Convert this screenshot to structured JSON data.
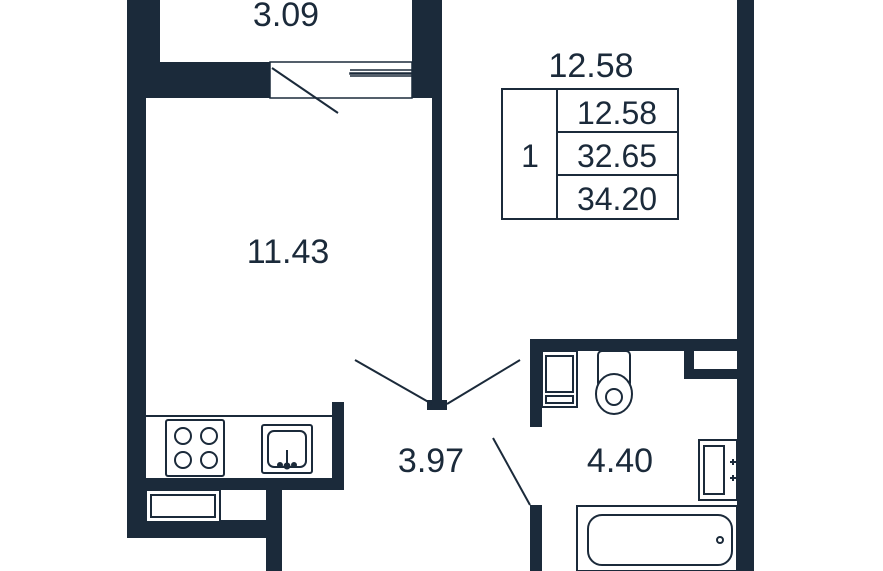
{
  "colors": {
    "wall": "#1b2a3a",
    "line": "#1b2a3a",
    "background": "#ffffff"
  },
  "rooms": {
    "top_room": "3.09",
    "living_room": "11.43",
    "hall": "3.97",
    "bathroom": "4.40",
    "kitchen_label": "12.58"
  },
  "summary_table": {
    "rooms_count": "1",
    "living_area": "12.58",
    "total_area": "32.65",
    "total_area_with_balcony": "34.20"
  }
}
